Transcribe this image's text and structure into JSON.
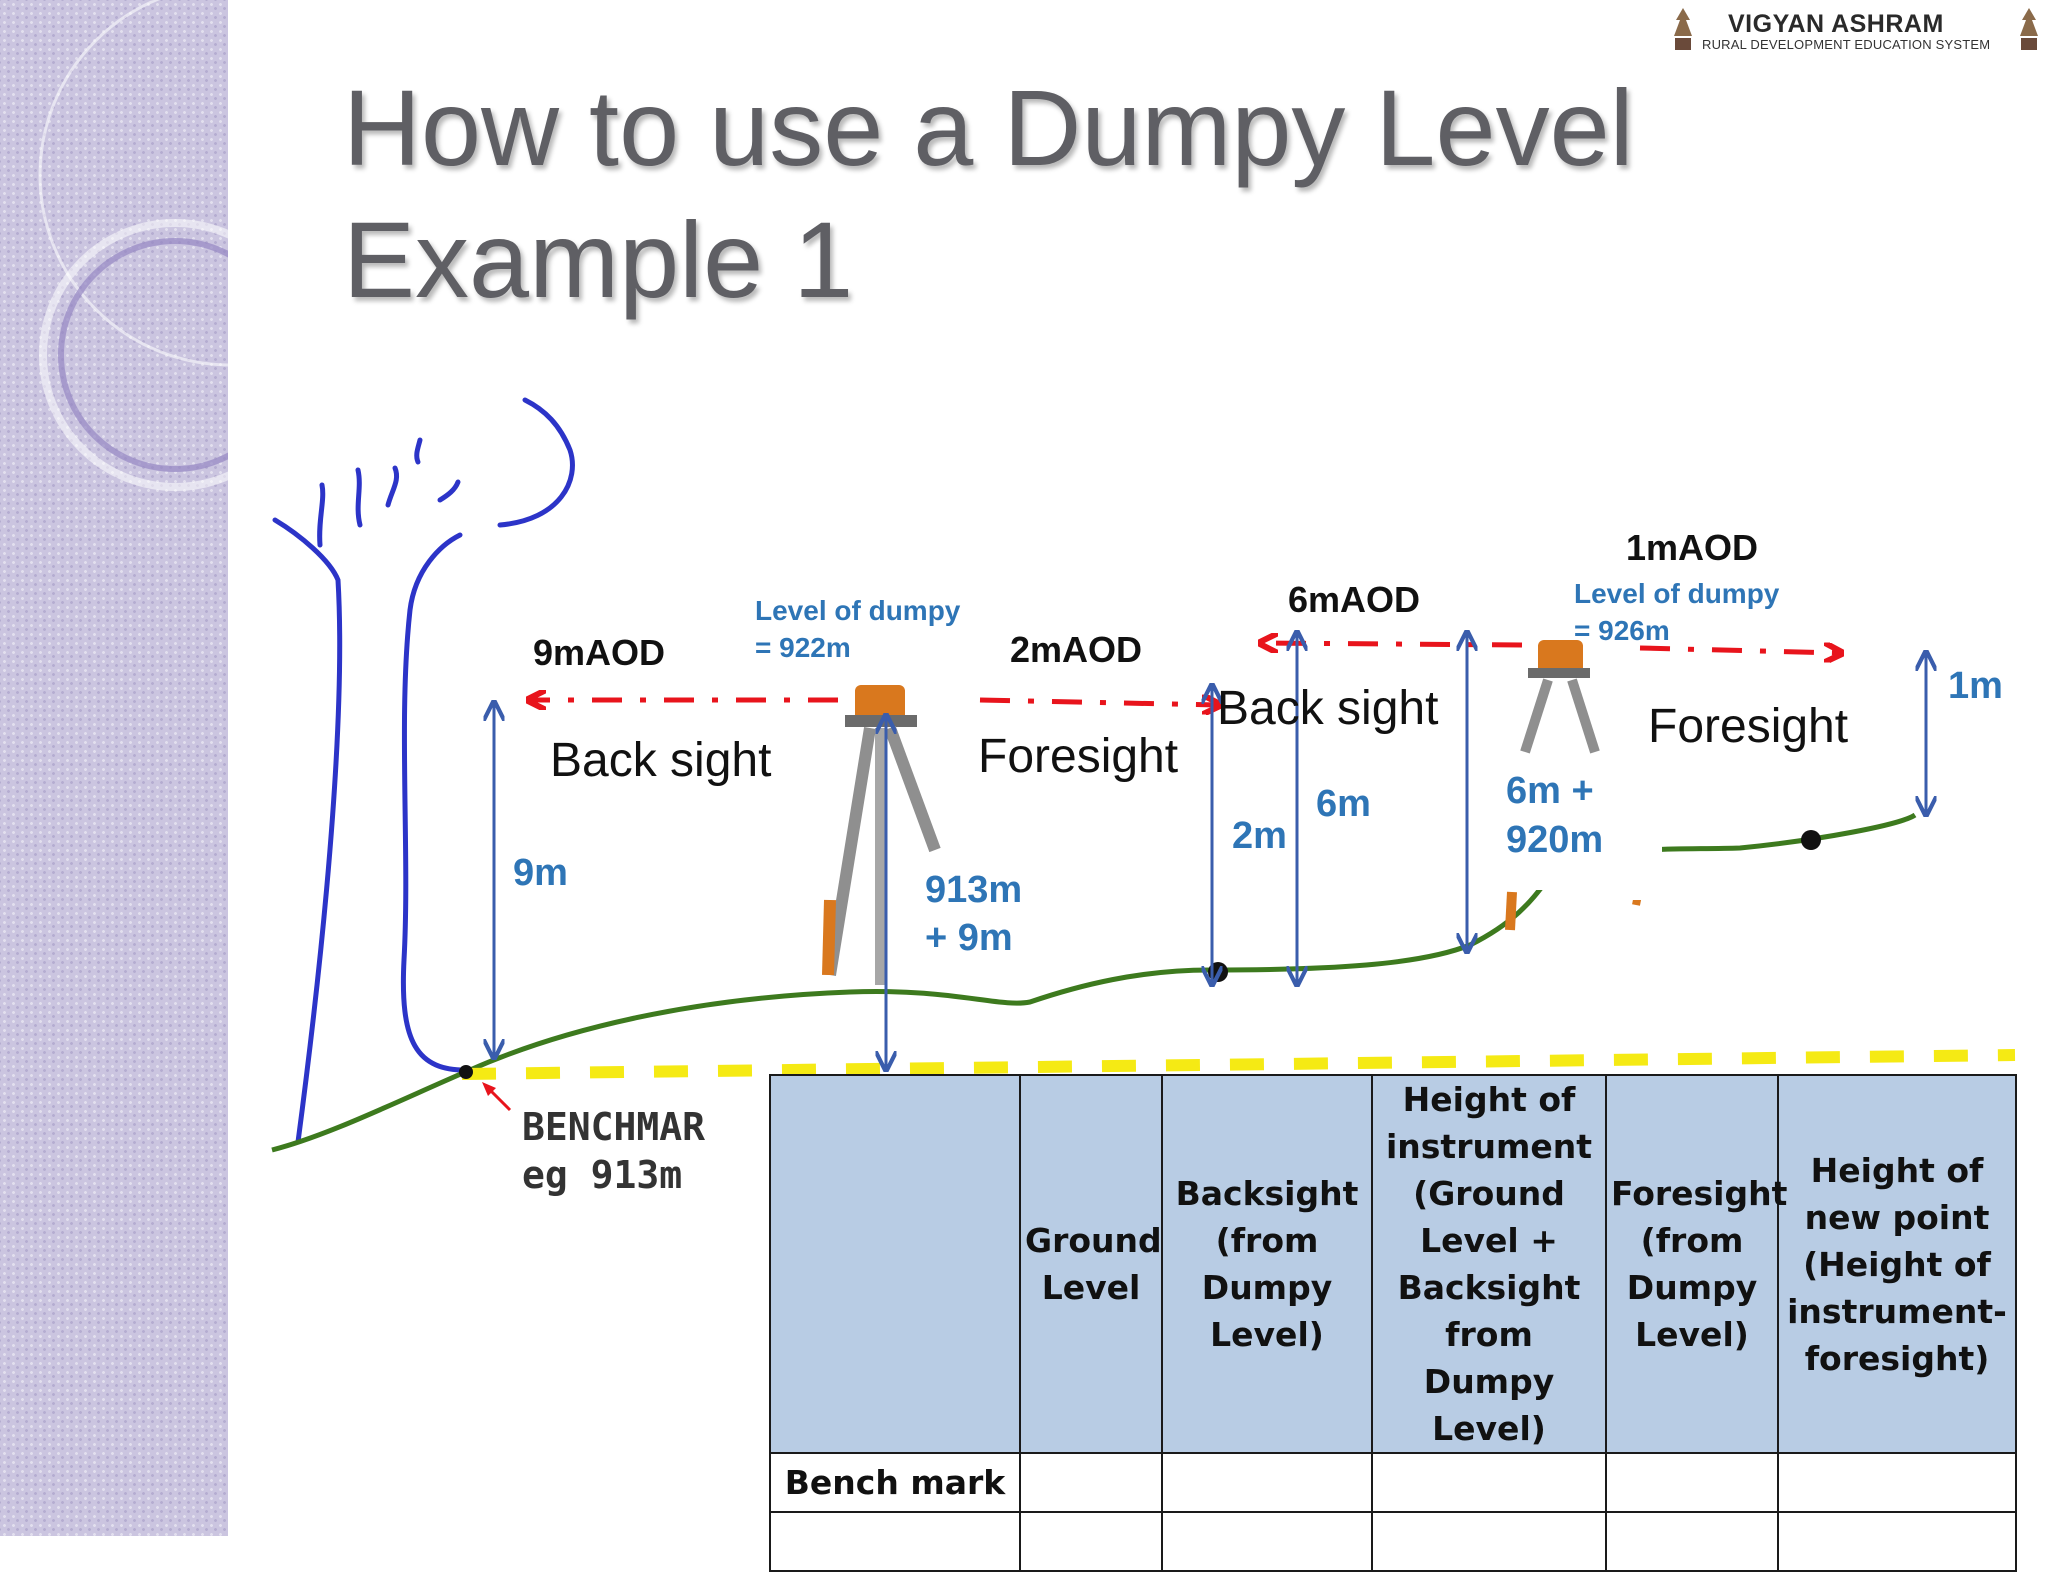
{
  "slide": {
    "title_line1": "How to use a Dumpy Level",
    "title_line2": "Example 1"
  },
  "logo": {
    "name": "VIGYAN ASHRAM",
    "tagline": "RURAL DEVELOPMENT EDUCATION SYSTEM"
  },
  "diagram": {
    "labels": {
      "aod_9": "9mAOD",
      "aod_2": "2mAOD",
      "aod_6": "6mAOD",
      "aod_1": "1mAOD",
      "level_dumpy_1_line1": "Level of dumpy",
      "level_dumpy_1_line2": "= 922m",
      "level_dumpy_2_line1": "Level of dumpy",
      "level_dumpy_2_line2": "= 926m",
      "back_sight_1": "Back sight",
      "foresight_1": "Foresight",
      "back_sight_2": "Back sight",
      "foresight_2": "Foresight",
      "dim_9m": "9m",
      "dim_913_line1": "913m",
      "dim_913_line2": "+ 9m",
      "dim_2m": "2m",
      "dim_6m": "6m",
      "dim_6_920_line1": "6m +",
      "dim_6_920_line2": "920m",
      "dim_1m": "1m",
      "benchmark_line1": "BENCHMAR",
      "benchmark_line2": "eg 913m"
    },
    "colors": {
      "ground": "#3d7a1e",
      "measure_arrow": "#3a5dac",
      "sight_line": "#e8141c",
      "datum_line": "#f5ea14",
      "tree": "#2c34c8",
      "blue_text": "#2e75b6",
      "tripod_orange": "#d9781e"
    },
    "icons": [
      "tree-icon",
      "tripod-icon",
      "benchmark-arrow-icon"
    ]
  },
  "table": {
    "headers": [
      "",
      "Ground Level",
      "Backsight (from Dumpy Level)",
      "Height of instrument (Ground Level + Backsight from Dumpy Level)",
      "Foresight (from Dumpy Level)",
      "Height of new point (Height of instrument-foresight)"
    ],
    "rows": [
      [
        "Bench mark",
        "",
        "",
        "",
        "",
        ""
      ],
      [
        "",
        "",
        "",
        "",
        "",
        ""
      ]
    ]
  }
}
